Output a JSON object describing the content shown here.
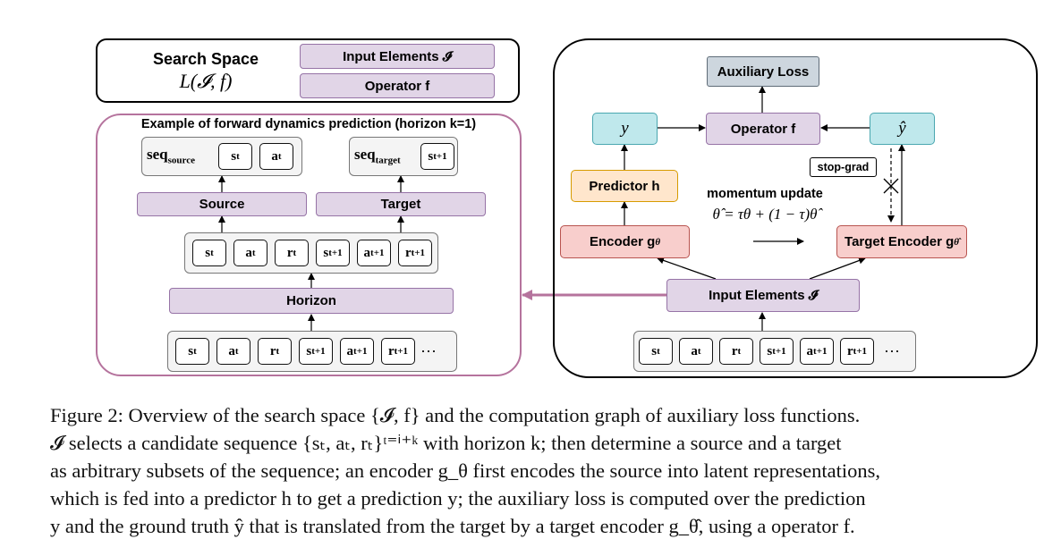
{
  "search_space": {
    "title": "Search Space",
    "formula": "L(𝓘, f)",
    "input_elements": "Input Elements 𝓘",
    "operator": "Operator f"
  },
  "left_panel": {
    "title": "Example of forward dynamics prediction (horizon k=1)",
    "seq_source": "seq",
    "seq_source_sub": "source",
    "seq_target": "seq",
    "seq_target_sub": "target",
    "source": "Source",
    "target": "Target",
    "horizon": "Horizon",
    "src_tokens": [
      {
        "base": "s",
        "sub": "t"
      },
      {
        "base": "a",
        "sub": "t"
      }
    ],
    "tgt_tokens": [
      {
        "base": "s",
        "sub": "t+1"
      }
    ],
    "mid_tokens": [
      {
        "base": "s",
        "sub": "t"
      },
      {
        "base": "a",
        "sub": "t"
      },
      {
        "base": "r",
        "sub": "t"
      },
      {
        "base": "s",
        "sub": "t+1"
      },
      {
        "base": "a",
        "sub": "t+1"
      },
      {
        "base": "r",
        "sub": "t+1"
      }
    ],
    "bottom_tokens": [
      {
        "base": "s",
        "sub": "t"
      },
      {
        "base": "a",
        "sub": "t"
      },
      {
        "base": "r",
        "sub": "t"
      },
      {
        "base": "s",
        "sub": "t+1"
      },
      {
        "base": "a",
        "sub": "t+1"
      },
      {
        "base": "r",
        "sub": "t+1"
      }
    ],
    "ellipsis": "···"
  },
  "right_panel": {
    "auxiliary_loss": "Auxiliary Loss",
    "y": "y",
    "y_hat": "ŷ",
    "operator": "Operator f",
    "predictor": "Predictor h",
    "stop_grad": "stop-grad",
    "momentum_label": "momentum update",
    "momentum_formula": "θ̂ = τθ + (1 − τ)θ̂",
    "encoder": "Encoder g",
    "encoder_sub": "θ",
    "target_encoder": "Target Encoder g",
    "target_encoder_sub": "θ̂",
    "input_elements": "Input Elements 𝓘",
    "tokens": [
      {
        "base": "s",
        "sub": "t"
      },
      {
        "base": "a",
        "sub": "t"
      },
      {
        "base": "r",
        "sub": "t"
      },
      {
        "base": "s",
        "sub": "t+1"
      },
      {
        "base": "a",
        "sub": "t+1"
      },
      {
        "base": "r",
        "sub": "t+1"
      }
    ],
    "ellipsis": "···"
  },
  "caption": {
    "lines": [
      "Figure 2: Overview of the search space {𝓘, f} and the computation graph of auxiliary loss functions.",
      "𝓘 selects a candidate sequence {sₜ, aₜ, rₜ}ᵗ⁼ⁱ⁺ᵏ with horizon k; then determine a source and a target",
      "as arbitrary subsets of the sequence; an encoder g_θ first encodes the source into latent representations,",
      "which is fed into a predictor h to get a prediction y; the auxiliary loss is computed over the prediction",
      "y and the ground truth ŷ that is translated from the target by a target encoder g_θ̂, using a operator f."
    ]
  },
  "colors": {
    "purple_fill": "#e1d5e7",
    "purple_stroke": "#9673a6",
    "cyan_fill": "#bfe8ec",
    "peach_fill": "#ffe6cc",
    "pink_fill": "#f8cecc",
    "gray_fill": "#cdd6de",
    "left_panel_border": "#b5739d"
  }
}
